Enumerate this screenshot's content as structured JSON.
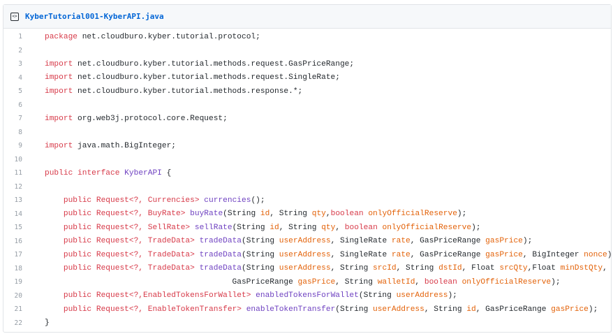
{
  "file": {
    "name": "KyberTutorial001-KyberAPI.java",
    "icon": "code-file-icon",
    "icon_glyph": "<>"
  },
  "colors": {
    "keyword": "#d73a49",
    "function": "#6f42c1",
    "param": "#e36209",
    "text": "#24292e",
    "link": "#0366d6"
  },
  "code": {
    "lines": [
      {
        "num": "1",
        "tokens": [
          {
            "t": "package",
            "c": "kw"
          },
          {
            "t": " net.cloudburo.kyber.tutorial.protocol;",
            "c": "tx"
          }
        ]
      },
      {
        "num": "2",
        "tokens": []
      },
      {
        "num": "3",
        "tokens": [
          {
            "t": "import",
            "c": "kw"
          },
          {
            "t": " net.cloudburo.kyber.tutorial.methods.request.GasPriceRange;",
            "c": "tx"
          }
        ]
      },
      {
        "num": "4",
        "tokens": [
          {
            "t": "import",
            "c": "kw"
          },
          {
            "t": " net.cloudburo.kyber.tutorial.methods.request.SingleRate;",
            "c": "tx"
          }
        ]
      },
      {
        "num": "5",
        "tokens": [
          {
            "t": "import",
            "c": "kw"
          },
          {
            "t": " net.cloudburo.kyber.tutorial.methods.response.*;",
            "c": "tx"
          }
        ]
      },
      {
        "num": "6",
        "tokens": []
      },
      {
        "num": "7",
        "tokens": [
          {
            "t": "import",
            "c": "kw"
          },
          {
            "t": " org.web3j.protocol.core.Request;",
            "c": "tx"
          }
        ]
      },
      {
        "num": "8",
        "tokens": []
      },
      {
        "num": "9",
        "tokens": [
          {
            "t": "import",
            "c": "kw"
          },
          {
            "t": " java.math.BigInteger;",
            "c": "tx"
          }
        ]
      },
      {
        "num": "10",
        "tokens": []
      },
      {
        "num": "11",
        "tokens": [
          {
            "t": "public",
            "c": "kw"
          },
          {
            "t": " ",
            "c": "tx"
          },
          {
            "t": "interface",
            "c": "kw"
          },
          {
            "t": " ",
            "c": "tx"
          },
          {
            "t": "KyberAPI",
            "c": "fn"
          },
          {
            "t": " {",
            "c": "tx"
          }
        ]
      },
      {
        "num": "12",
        "tokens": []
      },
      {
        "num": "13",
        "tokens": [
          {
            "t": "    ",
            "c": "tx"
          },
          {
            "t": "public",
            "c": "kw"
          },
          {
            "t": " ",
            "c": "tx"
          },
          {
            "t": "Request<?, Currencies>",
            "c": "kw"
          },
          {
            "t": " ",
            "c": "tx"
          },
          {
            "t": "currencies",
            "c": "fn"
          },
          {
            "t": "();",
            "c": "tx"
          }
        ]
      },
      {
        "num": "14",
        "tokens": [
          {
            "t": "    ",
            "c": "tx"
          },
          {
            "t": "public",
            "c": "kw"
          },
          {
            "t": " ",
            "c": "tx"
          },
          {
            "t": "Request<?, BuyRate>",
            "c": "kw"
          },
          {
            "t": " ",
            "c": "tx"
          },
          {
            "t": "buyRate",
            "c": "fn"
          },
          {
            "t": "(String ",
            "c": "tx"
          },
          {
            "t": "id",
            "c": "pm"
          },
          {
            "t": ", String ",
            "c": "tx"
          },
          {
            "t": "qty",
            "c": "pm"
          },
          {
            "t": ",",
            "c": "tx"
          },
          {
            "t": "boolean",
            "c": "kw"
          },
          {
            "t": " ",
            "c": "tx"
          },
          {
            "t": "onlyOfficialReserve",
            "c": "pm"
          },
          {
            "t": ");",
            "c": "tx"
          }
        ]
      },
      {
        "num": "15",
        "tokens": [
          {
            "t": "    ",
            "c": "tx"
          },
          {
            "t": "public",
            "c": "kw"
          },
          {
            "t": " ",
            "c": "tx"
          },
          {
            "t": "Request<?, SellRate>",
            "c": "kw"
          },
          {
            "t": " ",
            "c": "tx"
          },
          {
            "t": "sellRate",
            "c": "fn"
          },
          {
            "t": "(String ",
            "c": "tx"
          },
          {
            "t": "id",
            "c": "pm"
          },
          {
            "t": ", String ",
            "c": "tx"
          },
          {
            "t": "qty",
            "c": "pm"
          },
          {
            "t": ", ",
            "c": "tx"
          },
          {
            "t": "boolean",
            "c": "kw"
          },
          {
            "t": " ",
            "c": "tx"
          },
          {
            "t": "onlyOfficialReserve",
            "c": "pm"
          },
          {
            "t": ");",
            "c": "tx"
          }
        ]
      },
      {
        "num": "16",
        "tokens": [
          {
            "t": "    ",
            "c": "tx"
          },
          {
            "t": "public",
            "c": "kw"
          },
          {
            "t": " ",
            "c": "tx"
          },
          {
            "t": "Request<?, TradeData>",
            "c": "kw"
          },
          {
            "t": " ",
            "c": "tx"
          },
          {
            "t": "tradeData",
            "c": "fn"
          },
          {
            "t": "(String ",
            "c": "tx"
          },
          {
            "t": "userAddress",
            "c": "pm"
          },
          {
            "t": ", SingleRate ",
            "c": "tx"
          },
          {
            "t": "rate",
            "c": "pm"
          },
          {
            "t": ", GasPriceRange ",
            "c": "tx"
          },
          {
            "t": "gasPrice",
            "c": "pm"
          },
          {
            "t": ");",
            "c": "tx"
          }
        ]
      },
      {
        "num": "17",
        "tokens": [
          {
            "t": "    ",
            "c": "tx"
          },
          {
            "t": "public",
            "c": "kw"
          },
          {
            "t": " ",
            "c": "tx"
          },
          {
            "t": "Request<?, TradeData>",
            "c": "kw"
          },
          {
            "t": " ",
            "c": "tx"
          },
          {
            "t": "tradeData",
            "c": "fn"
          },
          {
            "t": "(String ",
            "c": "tx"
          },
          {
            "t": "userAddress",
            "c": "pm"
          },
          {
            "t": ", SingleRate ",
            "c": "tx"
          },
          {
            "t": "rate",
            "c": "pm"
          },
          {
            "t": ", GasPriceRange ",
            "c": "tx"
          },
          {
            "t": "gasPrice",
            "c": "pm"
          },
          {
            "t": ", BigInteger ",
            "c": "tx"
          },
          {
            "t": "nonce",
            "c": "pm"
          },
          {
            "t": ");",
            "c": "tx"
          }
        ]
      },
      {
        "num": "18",
        "tokens": [
          {
            "t": "    ",
            "c": "tx"
          },
          {
            "t": "public",
            "c": "kw"
          },
          {
            "t": " ",
            "c": "tx"
          },
          {
            "t": "Request<?, TradeData>",
            "c": "kw"
          },
          {
            "t": " ",
            "c": "tx"
          },
          {
            "t": "tradeData",
            "c": "fn"
          },
          {
            "t": "(String ",
            "c": "tx"
          },
          {
            "t": "userAddress",
            "c": "pm"
          },
          {
            "t": ", String ",
            "c": "tx"
          },
          {
            "t": "srcId",
            "c": "pm"
          },
          {
            "t": ", String ",
            "c": "tx"
          },
          {
            "t": "dstId",
            "c": "pm"
          },
          {
            "t": ", Float ",
            "c": "tx"
          },
          {
            "t": "srcQty",
            "c": "pm"
          },
          {
            "t": ",Float ",
            "c": "tx"
          },
          {
            "t": "minDstQty",
            "c": "pm"
          },
          {
            "t": ",",
            "c": "tx"
          }
        ]
      },
      {
        "num": "19",
        "tokens": [
          {
            "t": "                                        GasPriceRange ",
            "c": "tx"
          },
          {
            "t": "gasPrice",
            "c": "pm"
          },
          {
            "t": ", String ",
            "c": "tx"
          },
          {
            "t": "walletId",
            "c": "pm"
          },
          {
            "t": ", ",
            "c": "tx"
          },
          {
            "t": "boolean",
            "c": "kw"
          },
          {
            "t": " ",
            "c": "tx"
          },
          {
            "t": "onlyOfficialReserve",
            "c": "pm"
          },
          {
            "t": ");",
            "c": "tx"
          }
        ]
      },
      {
        "num": "20",
        "tokens": [
          {
            "t": "    ",
            "c": "tx"
          },
          {
            "t": "public",
            "c": "kw"
          },
          {
            "t": " ",
            "c": "tx"
          },
          {
            "t": "Request<?,EnabledTokensForWallet>",
            "c": "kw"
          },
          {
            "t": " ",
            "c": "tx"
          },
          {
            "t": "enabledTokensForWallet",
            "c": "fn"
          },
          {
            "t": "(String ",
            "c": "tx"
          },
          {
            "t": "userAddress",
            "c": "pm"
          },
          {
            "t": ");",
            "c": "tx"
          }
        ]
      },
      {
        "num": "21",
        "tokens": [
          {
            "t": "    ",
            "c": "tx"
          },
          {
            "t": "public",
            "c": "kw"
          },
          {
            "t": " ",
            "c": "tx"
          },
          {
            "t": "Request<?, EnableTokenTransfer>",
            "c": "kw"
          },
          {
            "t": " ",
            "c": "tx"
          },
          {
            "t": "enableTokenTransfer",
            "c": "fn"
          },
          {
            "t": "(String ",
            "c": "tx"
          },
          {
            "t": "userAddress",
            "c": "pm"
          },
          {
            "t": ", String ",
            "c": "tx"
          },
          {
            "t": "id",
            "c": "pm"
          },
          {
            "t": ", GasPriceRange ",
            "c": "tx"
          },
          {
            "t": "gasPrice",
            "c": "pm"
          },
          {
            "t": ");",
            "c": "tx"
          }
        ]
      },
      {
        "num": "22",
        "tokens": [
          {
            "t": "}",
            "c": "tx"
          }
        ]
      }
    ]
  }
}
